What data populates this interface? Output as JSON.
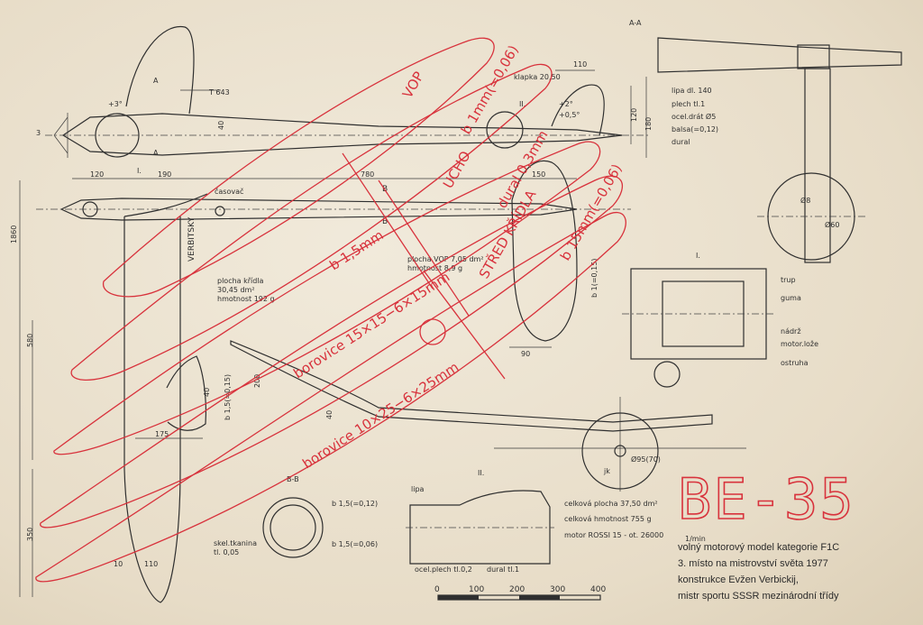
{
  "side_view": {
    "t_label": "T 643",
    "klapka": "klapka 20,50",
    "dim_110": "110",
    "angle_plus3": "+3°",
    "angle_plus2": "+2°",
    "angle_plus05": "+0,5°",
    "section_a": "A",
    "dim_3": "3",
    "detail_ii": "II.",
    "detail_i": "I.",
    "dim_40": "40",
    "dim_120": "120",
    "dim_180": "180"
  },
  "top_view": {
    "dim_120": "120",
    "dim_190": "190",
    "dim_780": "780",
    "dim_150": "150",
    "timer_label": "časovač",
    "section_b": "B",
    "designer_mark": "VERBITSKY",
    "wing_area_title": "plocha křídla",
    "wing_area": "30,45 dm²",
    "wing_mass": "hmotnost 192 g",
    "dim_1860": "1860",
    "dim_580": "580",
    "dim_350": "350",
    "dim_10": "10",
    "dim_110": "110",
    "dim_175": "175",
    "dim_40": "40",
    "rib_b": "b 1,5(=0,15)"
  },
  "stabilizer": {
    "dim_90": "90",
    "area": "plocha VOP 7,05 dm²",
    "mass": "hmotnost 8,9 g",
    "rib_b": "b 1(=0,15)"
  },
  "front_view": {
    "jk": "jk",
    "diameter": "Ø95(70)",
    "dim_200": "200",
    "dim_40": "40"
  },
  "section_aa": {
    "title": "A-A",
    "items": [
      "lipa dl. 140",
      "plech tl.1",
      "ocel.drát Ø5",
      "balsa(=0,12)",
      "dural"
    ],
    "o8": "Ø8",
    "o60": "Ø60"
  },
  "detail_i": {
    "title": "I.",
    "items": [
      "trup",
      "guma",
      "nádrž",
      "motor.lože",
      "ostruha"
    ]
  },
  "section_bb": {
    "title": "B-B",
    "items": [
      "b 1,5(=0,12)",
      "b 1,5(=0,06)",
      "skel.tkanina",
      "tl. 0,05"
    ]
  },
  "detail_ii": {
    "title": "II.",
    "items": [
      "lipa",
      "ocel.plech tl.0,2",
      "dural tl.1"
    ]
  },
  "summary": {
    "total_area": "celková plocha  37,50 dm²",
    "total_mass": "celková hmotnost  755 g",
    "engine": "motor ROSSI 15 - ot. 26000",
    "rpm_unit": "1/min"
  },
  "scale": {
    "ticks": [
      "0",
      "100",
      "200",
      "300",
      "400"
    ]
  },
  "overlay": {
    "vop": "VOP",
    "b1mm": "b 1mm(=0,06)",
    "ucho": "UCHO",
    "dural": "dural 0,3mm",
    "b15a": "b 1,5mm",
    "borovice_a": "borovice 15×15−6×15mm",
    "stred": "STŘED KŘÍDLA",
    "b15b": "b 15mm(=0,06)",
    "borovice_b": "borovice 10×25−6×25mm"
  },
  "title": {
    "model": "BE-35",
    "lines": [
      "volný motorový model kategorie F1C",
      "3. místo na mistrovství světa 1977",
      "konstrukce Evžen Verbickij,",
      "mistr sportu SSSR mezinárodní třídy"
    ]
  }
}
